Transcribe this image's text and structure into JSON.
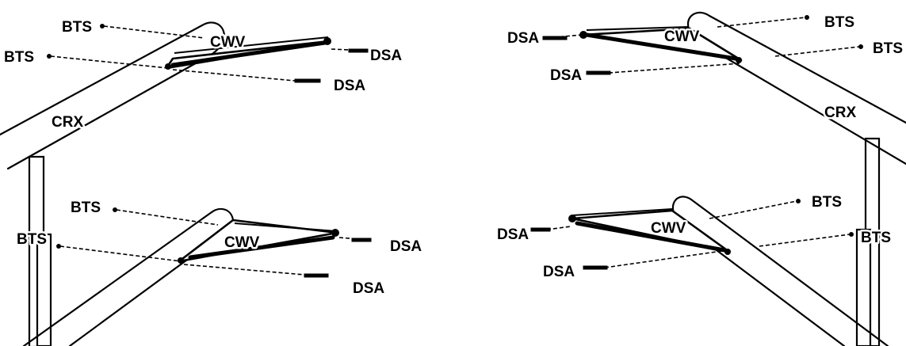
{
  "labels": {
    "bts": "BTS",
    "dsa": "DSA",
    "cwv": "CWV",
    "crx": "CRX"
  }
}
